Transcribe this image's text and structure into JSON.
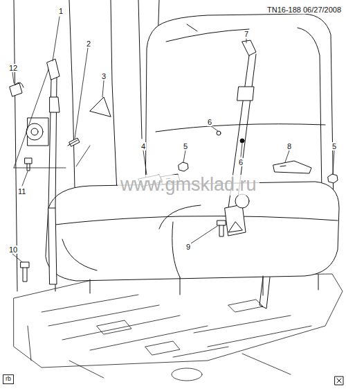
{
  "diagram": {
    "nodes": [
      {
        "text": [
          "rb"
        ]
      }
    ],
    "labels": [
      "1",
      "2",
      "3",
      "12",
      "4",
      "5",
      "6",
      "6",
      "7",
      "8",
      "5",
      "9",
      "10",
      "11",
      "TN16-188 06/27/2008",
      "www.gmsklad.ru"
    ]
  }
}
